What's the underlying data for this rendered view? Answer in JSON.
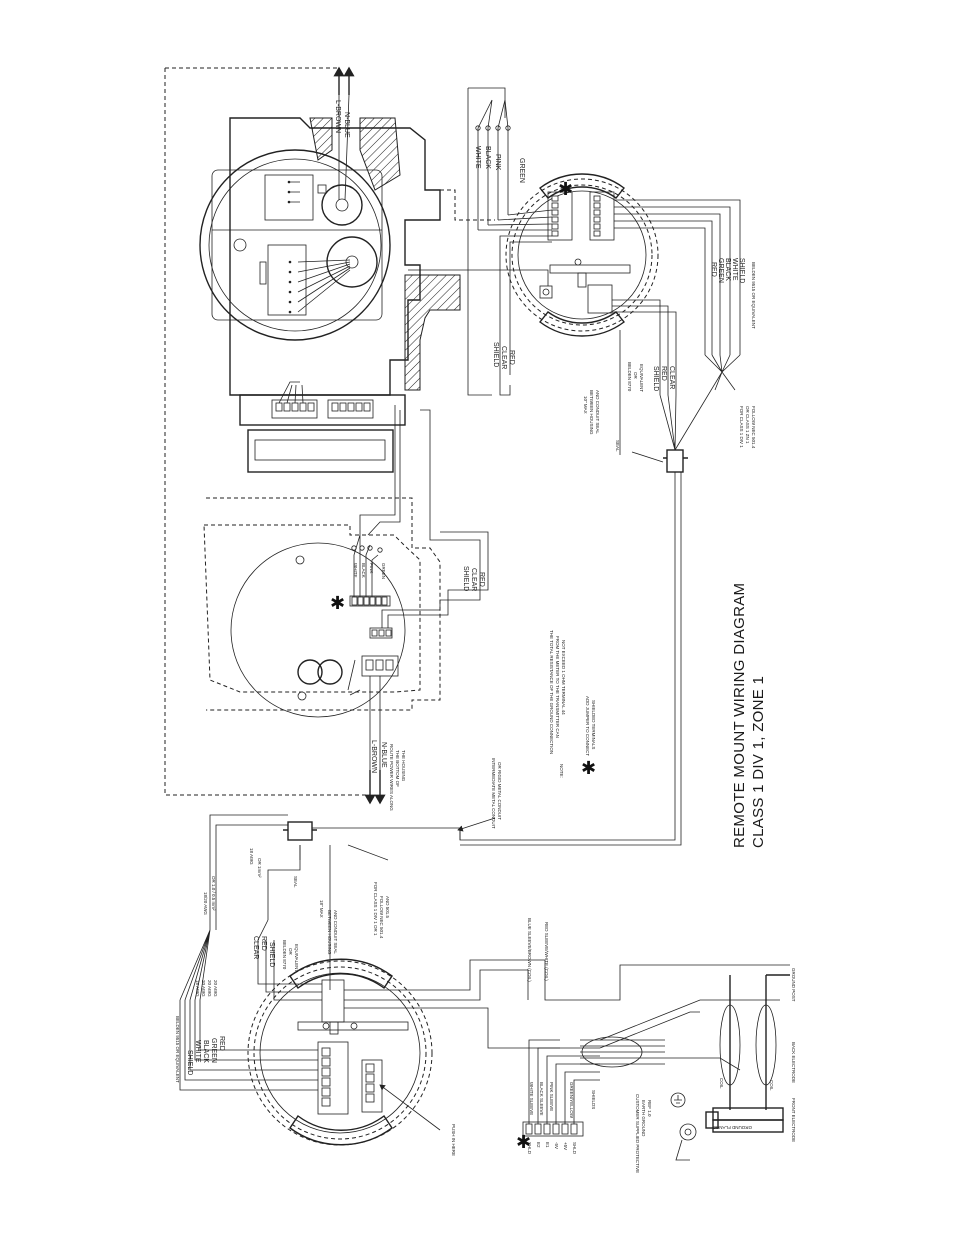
{
  "title": {
    "line1": "REMOTE MOUNT WIRING DIAGRAM",
    "line2": "CLASS 1 DIV 1, ZONE 1"
  },
  "top_housing": {
    "lead_brown": "L-BROWN",
    "lead_blue": "N-BLUE",
    "wires_top": [
      "WHITE",
      "BLACK",
      "PINK",
      "GREEN"
    ],
    "cable_colors_right": [
      "RED",
      "GREEN",
      "BLACK",
      "WHITE",
      "SHIELD"
    ],
    "belden_note": "BELDEN 9515 OR EQUIVALENT",
    "shield_clear_red": [
      "SHIELD",
      "CLEAR",
      "RED"
    ],
    "shield_red_clear": [
      "SHIELD",
      "RED",
      "CLEAR"
    ],
    "max_note": "10\" MAX",
    "between_note_1": "BETWEEN HOUSING",
    "between_note_2": "AND CONDUIT SEAL",
    "belden_8770": "BELDEN 8770",
    "or": "OR",
    "equivalent": "EQUIVALENT",
    "seal": "SEAL",
    "class_note_1": "FOR CLASS 1 DIV 1",
    "class_note_2": "OR CLASS 1 ZN 1",
    "class_note_3": "FOLLOW NEC 501.4"
  },
  "middle_board": {
    "wires": [
      "WHITE",
      "BLACK",
      "PINK",
      "GREEN"
    ],
    "shield_clear_red": [
      "SHIELD",
      "CLEAR",
      "RED"
    ],
    "lead_brown": "L-BROWN",
    "lead_blue": "N-BLUE",
    "power_note_1": "ROUTE POWER WIRES ALONG",
    "power_note_2": "THE BOTTOM OF",
    "power_note_3": "THE HOUSING",
    "conduit_note_1": "INTERMEDIATE METAL CONDUIT",
    "conduit_note_2": "OR RIGID METAL CONDUIT",
    "note_label": "NOTE:",
    "note_1": "THE TOTAL RESISTANCE OF THE GROUND CONNECTION",
    "note_2": "FROM THE METER TO THE TRANSMITTER CAN",
    "note_3": "NOT EXCEED 1 OHM TERMINAL 44",
    "jumper_1": "ADD JUMPER TO CONNECT",
    "jumper_2": "SHIELDED TERMINALS"
  },
  "bottom_housing": {
    "cable_colors": [
      "SHIELD",
      "WHITE",
      "BLACK",
      "GREEN",
      "RED"
    ],
    "belden_note": "BELDEN 9515 OR EQUIVALENT",
    "awg_labels": [
      "18 AWG",
      "20 AWG",
      "20 AWG",
      "20 AWG"
    ],
    "gauge_note_1": "18/20 AWG",
    "gauge_note_2": "OR 1.0 / 0.5 mm²",
    "clear_red_shield": [
      "CLEAR",
      "RED",
      "SHIELD"
    ],
    "belden_8770": "BELDEN 8770",
    "or": "OR",
    "equivalent": "EQUIVALENT",
    "awg_18": "18 AWG",
    "mm_note": "OR 1mm²",
    "seal": "SEAL",
    "max_note": "18\" MAX",
    "between_1": "BETWEEN HOUSING",
    "between_2": "AND CONDUIT SEAL",
    "class_1": "FOR CLASS 1 DIV 1 OR 1",
    "class_2": "FOLLOW NEC 501.4",
    "class_3": "AND 501.5",
    "push_in": "PUSH IN HERE",
    "blue_sleeve": "BLUE SLEEVE/BROWN (COIL)",
    "red_sleeve": "RED SLEEVE/WHITE (COIL)",
    "sleeves": [
      "WHITE SLEEVE",
      "BLACK SLEEVE",
      "PINK SLEEVE",
      "GREEN/YELLOW"
    ],
    "shields": "SHIELDS",
    "term_labels": [
      "SHLD",
      "E2",
      "E1",
      "-5V",
      "+5V",
      "SHLD"
    ],
    "ground_post": "GROUND POST",
    "back_electrode": "BACK ELECTRODE",
    "front_electrode": "FRONT ELECTRODE",
    "coil_1": "COIL",
    "coil_2": "COIL",
    "flange": "GROUND FLANGE",
    "customer_1": "CUSTOMER SUPPLIED PROTECTIVE",
    "customer_2": "EARTH GROUND",
    "customer_3": "REF 1.0"
  }
}
